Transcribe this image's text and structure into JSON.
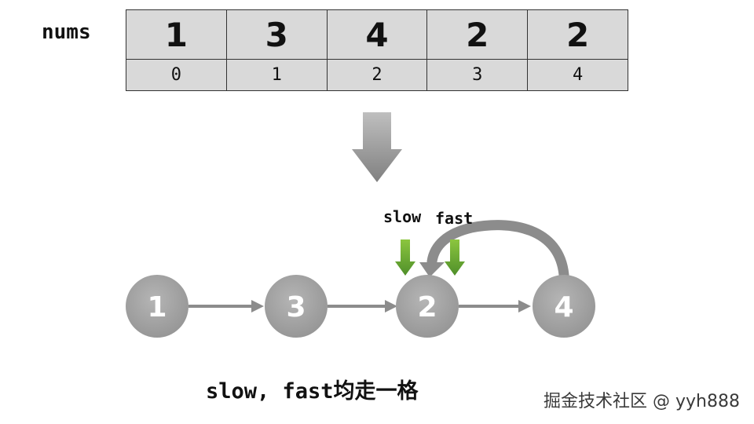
{
  "array": {
    "label": "nums",
    "values": [
      "1",
      "3",
      "4",
      "2",
      "2"
    ],
    "indices": [
      "0",
      "1",
      "2",
      "3",
      "4"
    ]
  },
  "list": {
    "nodes": [
      "1",
      "3",
      "2",
      "4"
    ],
    "pointers": {
      "slow": "slow",
      "fast": "fast"
    }
  },
  "caption": "slow, fast均走一格",
  "credit": "掘金技术社区 @ yyh888",
  "colors": {
    "cell_fill": "#d9d9d9",
    "node_fill": "#a6a6a6",
    "arrow_gray": "#8c8c8c",
    "pointer_green": "#6bab3c"
  }
}
